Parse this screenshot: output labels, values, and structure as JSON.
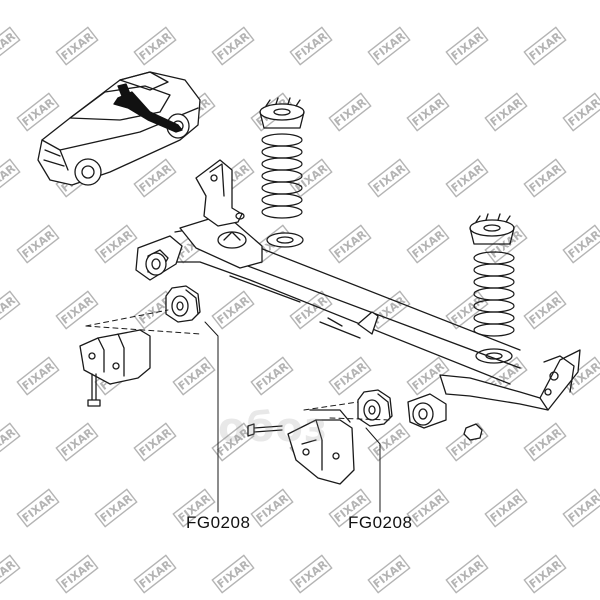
{
  "watermark": {
    "tile_text": "FIXAR",
    "brand_text": "ᴏбᴏз",
    "color": "#b4b4b4"
  },
  "diagram": {
    "line_color": "#1a1a1a",
    "labels": [
      {
        "id": "left-bushing",
        "text": "FG0208"
      },
      {
        "id": "right-bushing",
        "text": "FG0208"
      }
    ]
  }
}
